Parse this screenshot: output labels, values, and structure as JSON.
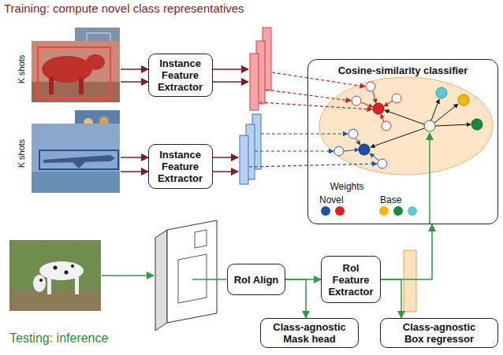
{
  "diagram": {
    "title": "Training: compute novel class representatives",
    "nodes": [
      {
        "text": [
          "Instance Feature Extractor"
        ]
      },
      {
        "text": [
          "Instance Feature Extractor"
        ]
      },
      {
        "text": [
          "Cosine-similarity classifier"
        ]
      },
      {
        "text": [
          "RoI Align"
        ]
      },
      {
        "text": [
          "RoI Feature Extractor"
        ]
      },
      {
        "text": [
          "Class-agnostic Mask head"
        ]
      },
      {
        "text": [
          "Class-agnostic Box regressor"
        ]
      }
    ],
    "edges": [
      {
        "from": 3,
        "to": 4,
        "arrow": "to"
      },
      {
        "from": 3,
        "to": 5,
        "arrow": "to"
      },
      {
        "from": 4,
        "to": 2,
        "arrow": "to"
      },
      {
        "from": 4,
        "to": 6,
        "arrow": "to"
      }
    ],
    "labels": [
      "K shots",
      "K shots",
      "Weights",
      "Testing: inference"
    ],
    "legend": [
      {
        "text": "Novel"
      },
      {
        "text": "Base"
      }
    ]
  }
}
